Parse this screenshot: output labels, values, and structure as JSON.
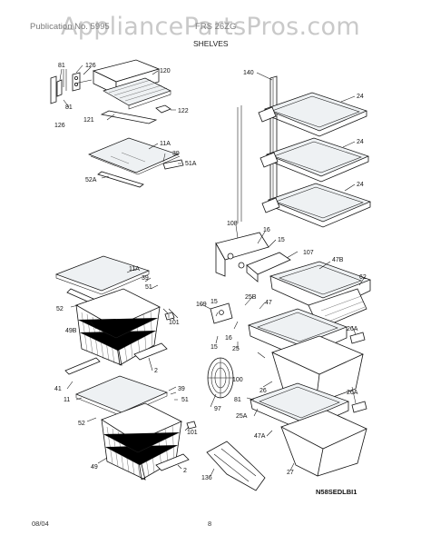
{
  "watermark": "AppliancePartsPros.com",
  "header": {
    "left": "Publication No. 5995",
    "right": "FRS 26ZG",
    "section": "SHELVES"
  },
  "footer": {
    "date": "08/04",
    "page": "8"
  },
  "diagram_code": "N58SEDLBI1",
  "callouts": {
    "c81a": "81",
    "c126a": "126",
    "c120": "120",
    "c81b": "81",
    "c126b": "126",
    "c121": "121",
    "c122": "122",
    "c140": "140",
    "c24a": "24",
    "c24b": "24",
    "c24c": "24",
    "c11a": "11A",
    "c39a": "39",
    "c51aa": "51A",
    "c52aa": "52A",
    "c108": "108",
    "c16a": "16",
    "c15a": "15",
    "c107": "107",
    "c11a2": "11A",
    "c39b": "39",
    "c51a": "51",
    "c52a": "52",
    "c101a": "101",
    "c49b": "49B",
    "c2a": "2",
    "c47b": "47B",
    "c62": "62",
    "c109": "109",
    "c15b": "15",
    "c25b": "25B",
    "c47": "47",
    "c16b": "16",
    "c15c": "15",
    "c25": "25",
    "c26aa": "26A",
    "c41": "41",
    "c11": "11",
    "c39c": "39",
    "c51b": "51",
    "c52": "52",
    "c100": "100",
    "c26": "26",
    "c97": "97",
    "c81c": "81",
    "c25a": "25A",
    "c26ab": "26A",
    "c47a": "47A",
    "c101b": "101",
    "c49": "49",
    "c2b": "2",
    "c27": "27",
    "c136": "136"
  }
}
